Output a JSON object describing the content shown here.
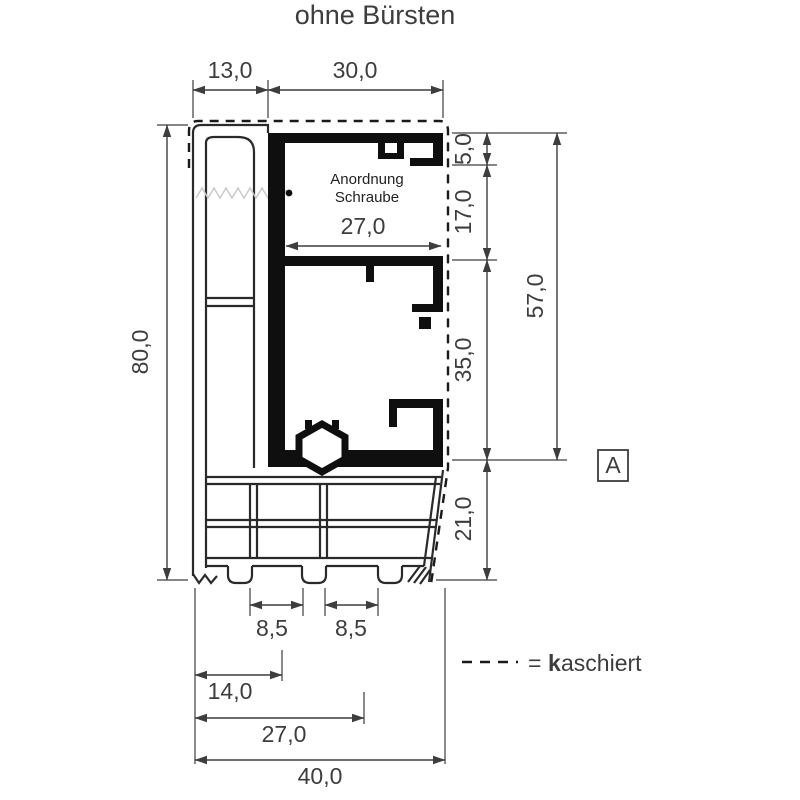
{
  "title": "ohne Bürsten",
  "annotation": {
    "line1": "Anordnung",
    "line2": "Schraube"
  },
  "section_label": "A",
  "legend": {
    "equals_sign": "=",
    "bold_letter": "k",
    "rest": "aschiert"
  },
  "dimensions": {
    "width_left_top": "13,0",
    "width_right_top": "30,0",
    "height_left": "80,0",
    "right_top_small": "5,0",
    "right_upper": "17,0",
    "inner_width": "27,0",
    "right_total": "57,0",
    "right_middle": "35,0",
    "right_bottom": "21,0",
    "foot_spacing_left": "8,5",
    "foot_spacing_right": "8,5",
    "bottom_small": "14,0",
    "bottom_middle": "27,0",
    "bottom_total": "40,0"
  },
  "colors": {
    "dimension_lines": "#3d3d3d",
    "profile_solid": "#0f0f0f",
    "thread_hatch": "#cccccc"
  }
}
